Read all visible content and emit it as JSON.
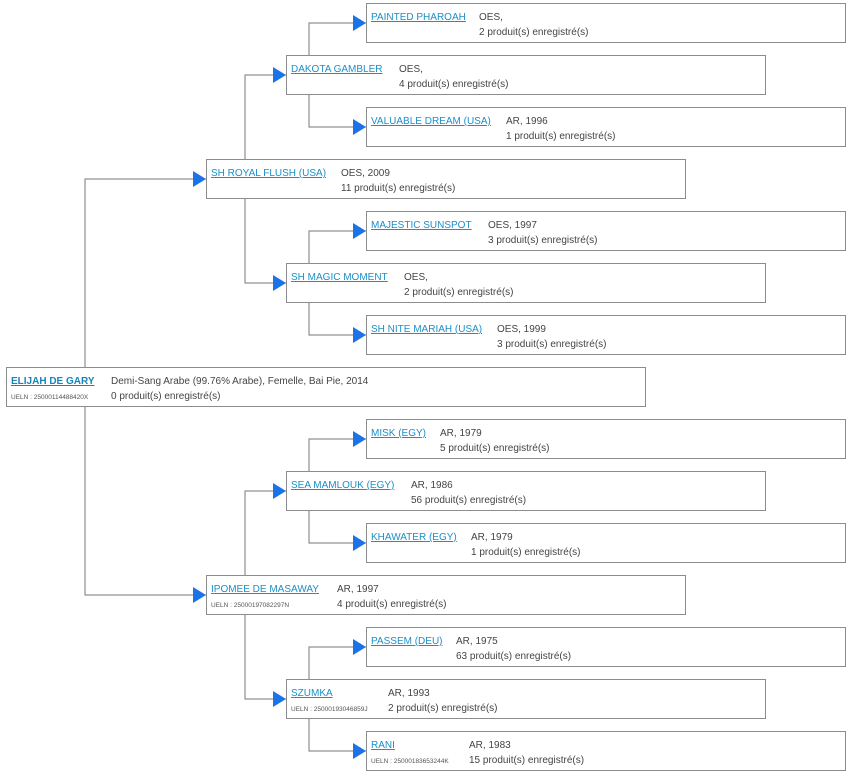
{
  "pedigree": {
    "subject": {
      "name": "ELIJAH DE GARY",
      "ueln": "UELN : 25000114488420X",
      "info": "Demi-Sang Arabe (99.76% Arabe), Femelle, Bai Pie, 2014",
      "products": "0 produit(s) enregistré(s)"
    },
    "sire": {
      "name": "SH ROYAL FLUSH (USA)",
      "info": "OES, 2009",
      "products": "11 produit(s) enregistré(s)"
    },
    "sire_sire": {
      "name": "DAKOTA GAMBLER",
      "info": "OES,",
      "products": "4 produit(s) enregistré(s)"
    },
    "sire_sire_sire": {
      "name": "PAINTED PHAROAH",
      "info": "OES,",
      "products": "2 produit(s) enregistré(s)"
    },
    "sire_sire_dam": {
      "name": "VALUABLE DREAM (USA)",
      "info": "AR, 1996",
      "products": "1 produit(s) enregistré(s)"
    },
    "sire_dam": {
      "name": "SH MAGIC MOMENT",
      "info": "OES,",
      "products": "2 produit(s) enregistré(s)"
    },
    "sire_dam_sire": {
      "name": "MAJESTIC SUNSPOT",
      "info": "OES, 1997",
      "products": "3 produit(s) enregistré(s)"
    },
    "sire_dam_dam": {
      "name": "SH NITE MARIAH (USA)",
      "info": "OES, 1999",
      "products": "3 produit(s) enregistré(s)"
    },
    "dam": {
      "name": "IPOMEE DE MASAWAY",
      "ueln": "UELN : 25000197082297N",
      "info": "AR, 1997",
      "products": "4 produit(s) enregistré(s)"
    },
    "dam_sire": {
      "name": "SEA MAMLOUK (EGY)",
      "info": "AR, 1986",
      "products": "56 produit(s) enregistré(s)"
    },
    "dam_sire_sire": {
      "name": "MISK (EGY)",
      "info": "AR, 1979",
      "products": "5 produit(s) enregistré(s)"
    },
    "dam_sire_dam": {
      "name": "KHAWATER (EGY)",
      "info": "AR, 1979",
      "products": "1 produit(s) enregistré(s)"
    },
    "dam_dam": {
      "name": "SZUMKA",
      "ueln": "UELN : 25000193046859J",
      "info": "AR, 1993",
      "products": "2 produit(s) enregistré(s)"
    },
    "dam_dam_sire": {
      "name": "PASSEM (DEU)",
      "info": "AR, 1975",
      "products": "63 produit(s) enregistré(s)"
    },
    "dam_dam_dam": {
      "name": "RANI",
      "ueln": "UELN : 25000183653244K",
      "info": "AR, 1983",
      "products": "15 produit(s) enregistré(s)"
    }
  },
  "colors": {
    "link": "#1a8fc9",
    "arrow": "#1a73e8",
    "line": "#777777",
    "border": "#8c8c8c"
  },
  "icons": [
    "arrow-right-icon"
  ]
}
